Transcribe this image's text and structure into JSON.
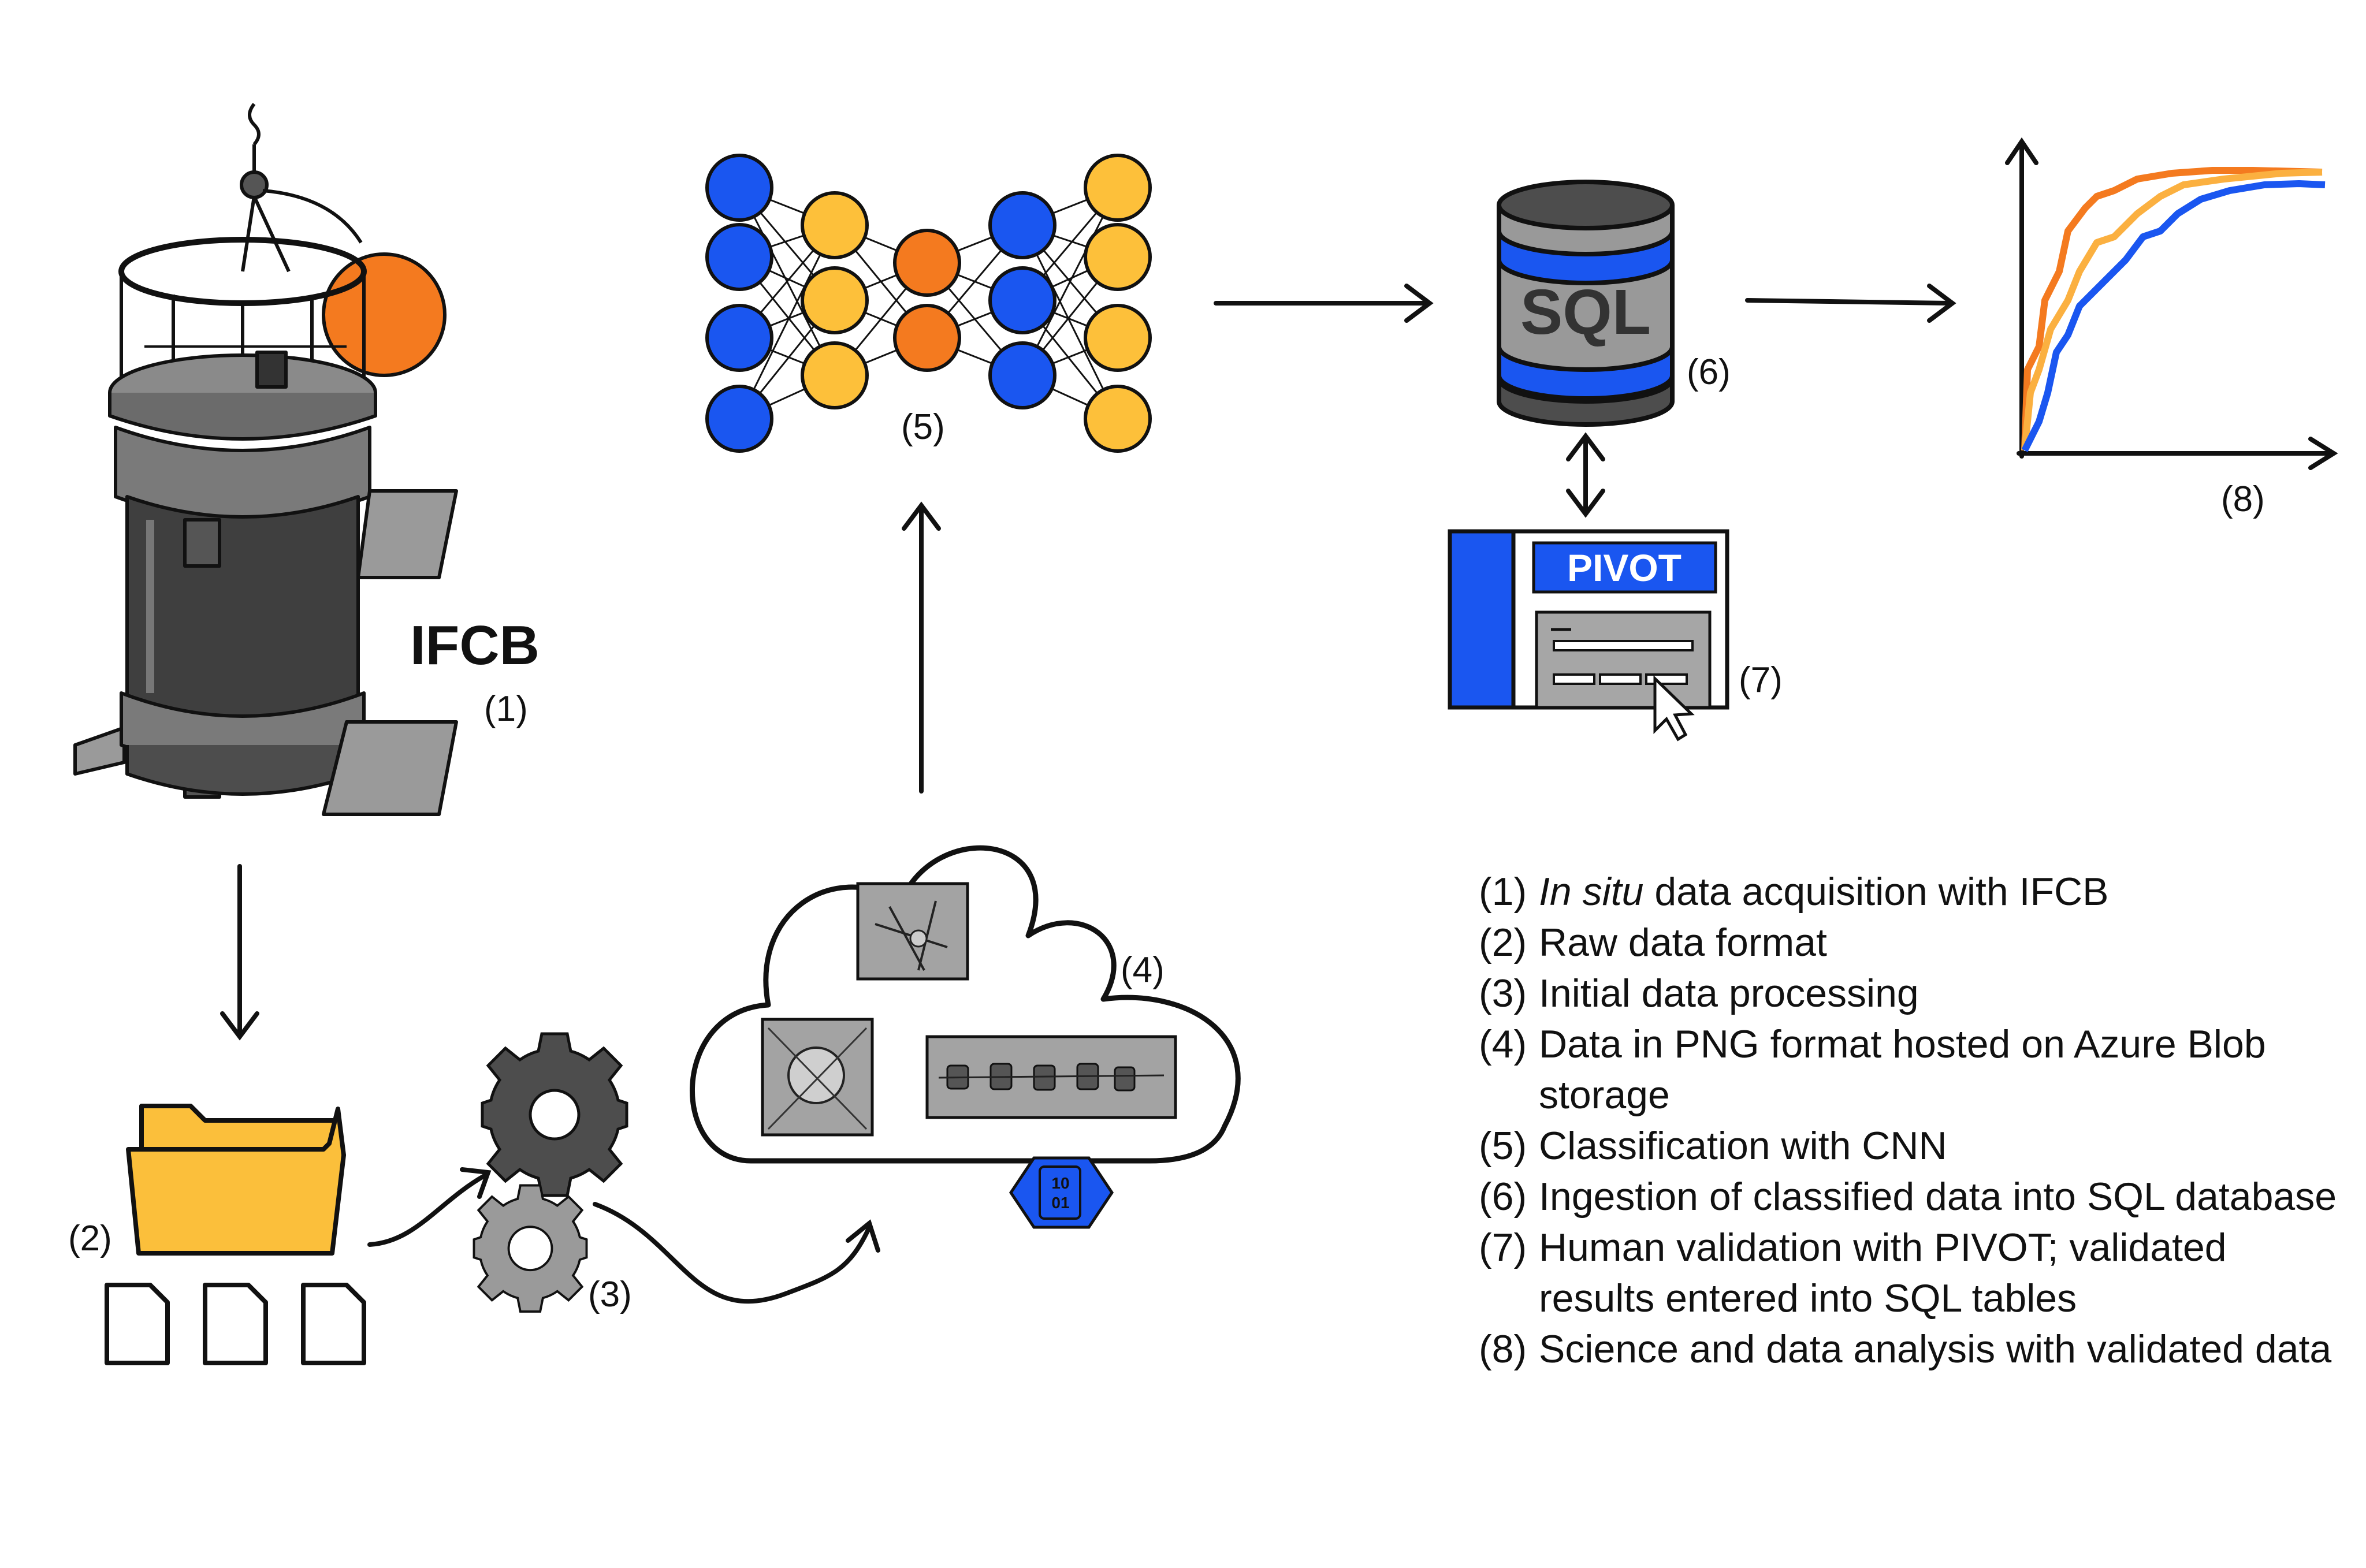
{
  "labels": {
    "ifcb_title": "IFCB",
    "step1": "(1)",
    "step2": "(2)",
    "step3": "(3)",
    "step4": "(4)",
    "step5": "(5)",
    "step6": "(6)",
    "step7": "(7)",
    "step8": "(8)",
    "sql": "SQL",
    "pivot": "PIVOT",
    "blob_bits_top": "10",
    "blob_bits_bottom": "01"
  },
  "legend": [
    {
      "num": "(1)",
      "italic": "In situ",
      "text": " data acquisition with IFCB"
    },
    {
      "num": "(2)",
      "italic": "",
      "text": "Raw data format"
    },
    {
      "num": "(3)",
      "italic": "",
      "text": "Initial data processing"
    },
    {
      "num": "(4)",
      "italic": "",
      "text": "Data in PNG format hosted on Azure Blob storage"
    },
    {
      "num": "(5)",
      "italic": "",
      "text": "Classification with CNN"
    },
    {
      "num": "(6)",
      "italic": "",
      "text": "Ingestion of classified data into SQL database"
    },
    {
      "num": "(7)",
      "italic": "",
      "text": "Human validation with PIVOT; validated results entered into SQL tables"
    },
    {
      "num": "(8)",
      "italic": "",
      "text": "Science and data analysis with validated data"
    }
  ],
  "colors": {
    "blue": "#1a56f0",
    "yellow": "#fdc03a",
    "orange": "#f47a1f",
    "light_orange": "#fbb040",
    "dark_gray": "#4d4d4d",
    "mid_gray": "#999999",
    "folder": "#fbbf3b"
  }
}
